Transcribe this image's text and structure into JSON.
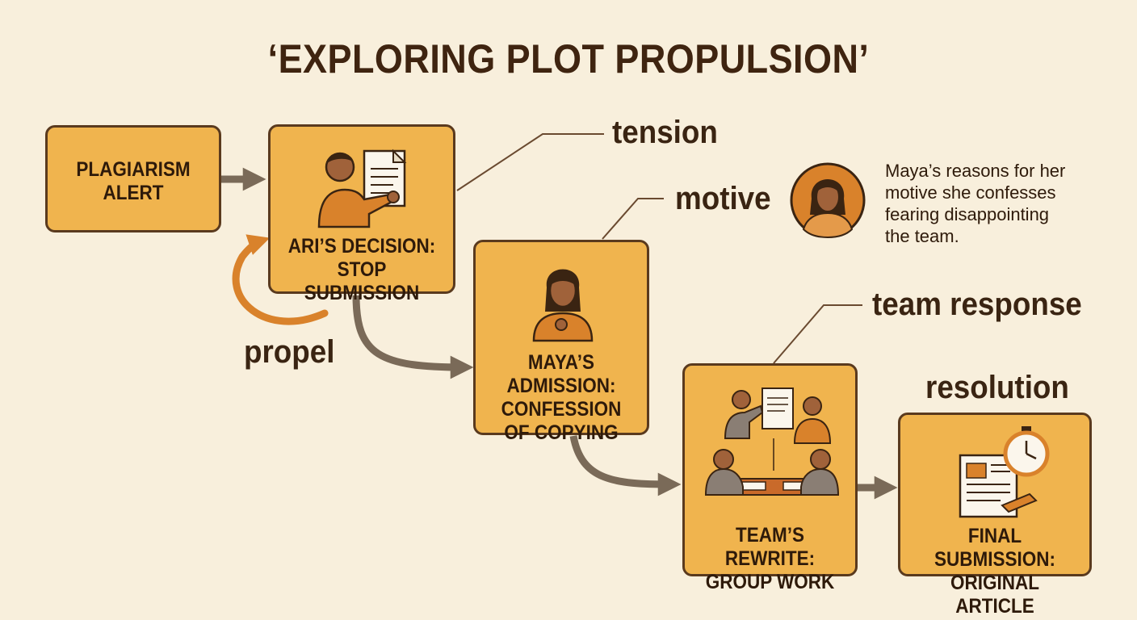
{
  "title": "‘EXPLORING PLOT PROPULSION’",
  "boxes": {
    "alert": {
      "line1": "PLAGIARISM",
      "line2": "ALERT"
    },
    "decision": {
      "line1": "ARI’S DECISION:",
      "line2": "STOP SUBMISSION"
    },
    "admission": {
      "line1": "MAYA’S ADMISSION:",
      "line2": "CONFESSION",
      "line3": "OF COPYING"
    },
    "rewrite": {
      "line1": "TEAM’S REWRITE:",
      "line2": "GROUP WORK"
    },
    "final": {
      "line1": "FINAL SUBMISSION:",
      "line2": "ORIGINAL ARTICLE"
    }
  },
  "annotations": {
    "tension": "tension",
    "motive": "motive",
    "team_response": "team response",
    "resolution": "resolution",
    "propel": "propel"
  },
  "note": {
    "line1": "Maya’s reasons for her",
    "line2": "motive she confesses",
    "line3": "fearing disappointing",
    "line4": "the team."
  },
  "colors": {
    "background": "#f8efdc",
    "box_fill": "#f0b44e",
    "box_border": "#5a3a1e",
    "arrow": "#7a6a58",
    "propel_arrow": "#d9822b"
  }
}
